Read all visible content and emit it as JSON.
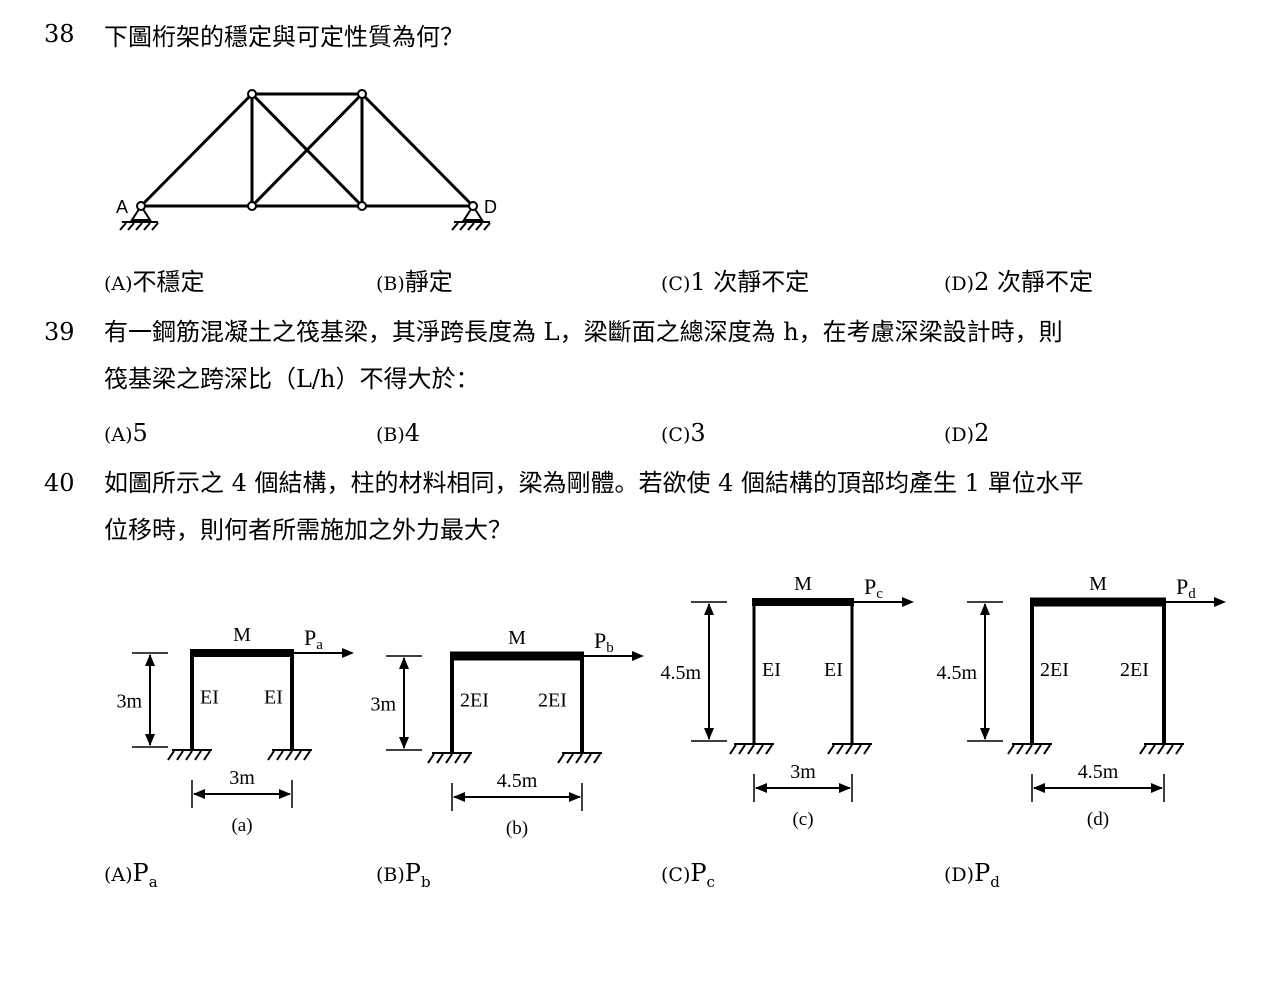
{
  "questions": [
    {
      "number": "38",
      "text": "下圖桁架的穩定與可定性質為何？",
      "options": [
        {
          "tag": "(A)",
          "text": "不穩定"
        },
        {
          "tag": "(B)",
          "text": "靜定"
        },
        {
          "tag": "(C)",
          "text": "1 次靜不定"
        },
        {
          "tag": "(D)",
          "text": "2 次靜不定"
        }
      ],
      "figure": {
        "labels": {
          "left_support": "A",
          "right_support": "D"
        }
      }
    },
    {
      "number": "39",
      "text_line1": "有一鋼筋混凝土之筏基梁，其淨跨長度為 L，梁斷面之總深度為 h，在考慮深梁設計時，則",
      "text_line2": "筏基梁之跨深比（L/h）不得大於：",
      "options": [
        {
          "tag": "(A)",
          "text": "5"
        },
        {
          "tag": "(B)",
          "text": "4"
        },
        {
          "tag": "(C)",
          "text": "3"
        },
        {
          "tag": "(D)",
          "text": "2"
        }
      ]
    },
    {
      "number": "40",
      "text_line1": "如圖所示之 4 個結構，柱的材料相同，梁為剛體。若欲使 4 個結構的頂部均產生 1 單位水平",
      "text_line2": "位移時，則何者所需施加之外力最大？",
      "options": [
        {
          "tag": "(A)",
          "main": "P",
          "sub": "a"
        },
        {
          "tag": "(B)",
          "main": "P",
          "sub": "b"
        },
        {
          "tag": "(C)",
          "main": "P",
          "sub": "c"
        },
        {
          "tag": "(D)",
          "main": "P",
          "sub": "d"
        }
      ],
      "frames": [
        {
          "caption": "(a)",
          "mass": "M",
          "load": "P",
          "load_sub": "a",
          "height": "3m",
          "span": "3m",
          "col_left": "EI",
          "col_right": "EI"
        },
        {
          "caption": "(b)",
          "mass": "M",
          "load": "P",
          "load_sub": "b",
          "height": "3m",
          "span": "4.5m",
          "col_left": "2EI",
          "col_right": "2EI"
        },
        {
          "caption": "(c)",
          "mass": "M",
          "load": "P",
          "load_sub": "c",
          "height": "4.5m",
          "span": "3m",
          "col_left": "EI",
          "col_right": "EI"
        },
        {
          "caption": "(d)",
          "mass": "M",
          "load": "P",
          "load_sub": "d",
          "height": "4.5m",
          "span": "4.5m",
          "col_left": "2EI",
          "col_right": "2EI"
        }
      ]
    }
  ]
}
